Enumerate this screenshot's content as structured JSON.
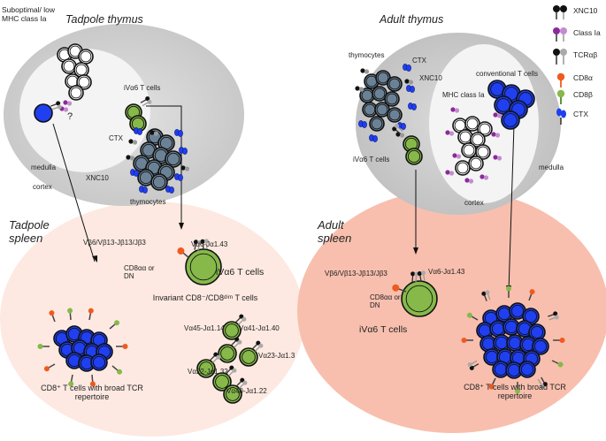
{
  "tadpole_thymus": {
    "title": "Tadpole thymus",
    "suboptimal_label": "Suboptimal/ low MHC class Ia",
    "medulla": "medulla",
    "cortex": "cortex",
    "ivalpha6": "iVα6 T cells",
    "ctx": "CTX",
    "xnc10": "XNC10",
    "thymocytes": "thymocytes",
    "question": "?"
  },
  "tadpole_spleen": {
    "title": "Tadpole spleen",
    "vbeta": "Vβ6/Vβ13-Jβ13/Jβ3",
    "valpha6": "Vα6-Jα1.43",
    "cd8aa": "CD8αα or DN",
    "ivalpha6_big": "iVα6 T cells",
    "invariant_title": "Invariant CD8⁻/CD8ᵈⁱᵐ T cells",
    "invariant_cells": [
      "Vα45-Jα1.14",
      "Vα41-Jα1.40",
      "Vα23-Jα1.3",
      "Vα22-Jα1.32",
      "Vα40-Jα1.22"
    ],
    "cd8_cells": "CD8⁺ T cells with broad TCR repertoire"
  },
  "adult_thymus": {
    "title": "Adult thymus",
    "thymocytes": "thymocytes",
    "ctx": "CTX",
    "xnc10": "XNC10",
    "conventional": "conventional T cells",
    "mhc": "MHC class Ia",
    "ivalpha6": "iVα6 T cells",
    "medulla": "medulla",
    "cortex": "cortex"
  },
  "adult_spleen": {
    "title": "Adult spleen",
    "vbeta": "Vβ6/Vβ13-Jβ13/Jβ3",
    "valpha6": "Vα6-Jα1.43",
    "cd8aa": "CD8αα or DN",
    "ivalpha6_big": "iVα6 T cells",
    "cd8_cells": "CD8⁺ T cells with broad TCR repertoire"
  },
  "legend": {
    "items": [
      "XNC10",
      "Class Ia",
      "TCRαβ",
      "CD8α",
      "CD8β",
      "CTX"
    ]
  },
  "colors": {
    "blue_cell": "#1f3ff0",
    "slate_cell": "#6b8296",
    "green_cell": "#86b94a",
    "spleen_tadpole": "#fde9e1",
    "spleen_adult": "#f8bfae",
    "thymus_gray": "#d6d6d6",
    "medulla": "#f4f4f4",
    "purple": "#8a2a9a",
    "orange": "#f05a1e"
  }
}
